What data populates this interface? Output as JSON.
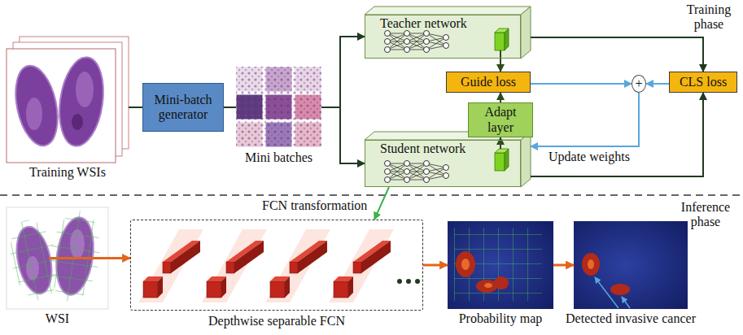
{
  "diagram": {
    "nodes": [
      {
        "text": [
          "Training WSIs"
        ]
      },
      {
        "text": [
          "Mini-batch generator"
        ]
      },
      {
        "text": [
          "Mini batches"
        ]
      },
      {
        "text": [
          "Teacher network"
        ]
      },
      {
        "text": [
          "Guide loss"
        ]
      },
      {
        "text": [
          "Adapt layer"
        ]
      },
      {
        "text": [
          "Student network"
        ]
      },
      {
        "text": [
          "CLS loss"
        ]
      },
      {
        "text": [
          "+"
        ]
      },
      {
        "text": [
          "WSI"
        ]
      },
      {
        "text": [
          "Depthwise separable FCN"
        ]
      },
      {
        "text": [
          "Probability map"
        ]
      },
      {
        "text": [
          "Detected invasive cancer"
        ]
      }
    ],
    "edges": [
      {
        "from": 0,
        "to": 1,
        "arrow": "none"
      },
      {
        "from": 1,
        "to": 2,
        "arrow": "none"
      },
      {
        "from": 2,
        "to": 3,
        "arrow": "to"
      },
      {
        "from": 2,
        "to": 6,
        "arrow": "to"
      },
      {
        "from": 3,
        "to": 4,
        "arrow": "to"
      },
      {
        "from": 6,
        "to": 5,
        "arrow": "to"
      },
      {
        "from": 5,
        "to": 4,
        "arrow": "to"
      },
      {
        "from": 4,
        "to": 8,
        "arrow": "to"
      },
      {
        "from": 7,
        "to": 8,
        "arrow": "to"
      },
      {
        "from": 3,
        "to": 7,
        "arrow": "to"
      },
      {
        "from": 6,
        "to": 7,
        "arrow": "to"
      },
      {
        "from": 8,
        "to": 6,
        "arrow": "to",
        "label": "Update weights"
      },
      {
        "from": 6,
        "to": 10,
        "arrow": "to",
        "label": "FCN transformation"
      },
      {
        "from": 9,
        "to": 10,
        "arrow": "to"
      },
      {
        "from": 10,
        "to": 11,
        "arrow": "to"
      },
      {
        "from": 11,
        "to": 12,
        "arrow": "to"
      }
    ],
    "labels": [
      "Training phase",
      "Inference phase"
    ]
  }
}
